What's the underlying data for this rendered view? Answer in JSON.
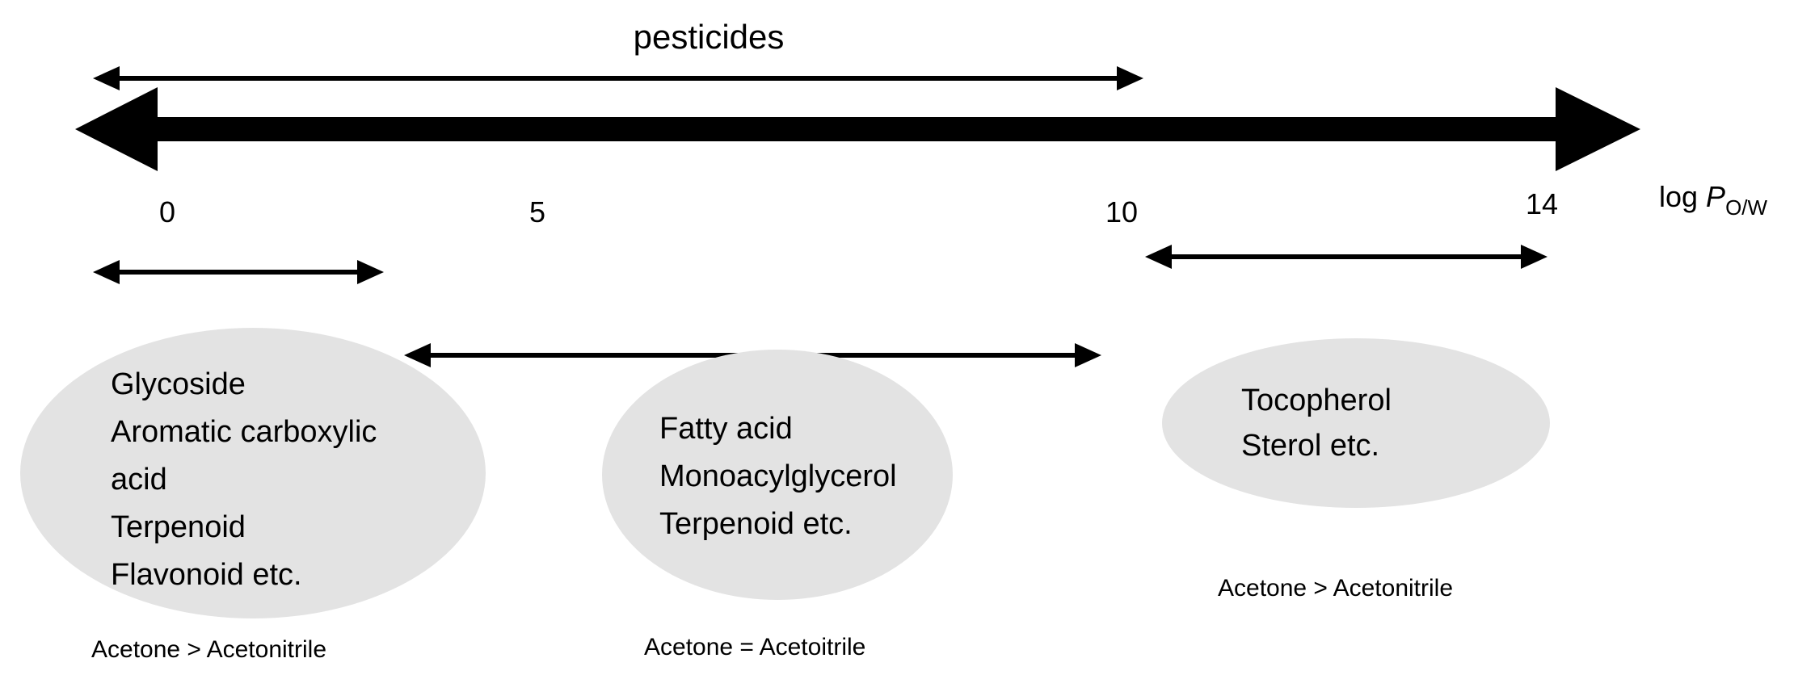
{
  "labels": {
    "pesticides": "pesticides",
    "axis_prefix": "log ",
    "axis_var": "P",
    "axis_sub": "O/W"
  },
  "ticks": [
    "0",
    "5",
    "10",
    "14"
  ],
  "groups": [
    {
      "items": [
        "Glycoside",
        "Aromatic carboxylic",
        "acid",
        "Terpenoid",
        "Flavonoid etc."
      ],
      "comparison": "Acetone > Acetonitrile"
    },
    {
      "items": [
        "Fatty acid",
        "Monoacylglycerol",
        "Terpenoid etc."
      ],
      "comparison": "Acetone = Acetoitrile"
    },
    {
      "items": [
        "Tocopherol",
        "Sterol etc."
      ],
      "comparison": "Acetone > Acetonitrile"
    }
  ],
  "colors": {
    "ellipse_fill": "#e3e3e3",
    "ink": "#000000"
  }
}
